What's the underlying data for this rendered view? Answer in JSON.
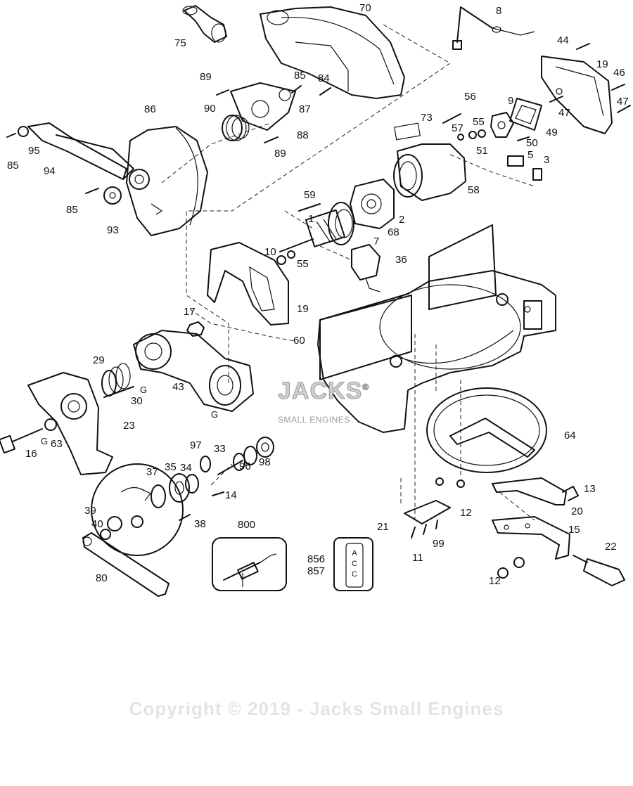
{
  "labels": {
    "p75": "75",
    "p70": "70",
    "p8": "8",
    "p44": "44",
    "p19a": "19",
    "p46": "46",
    "p89a": "89",
    "p85a": "85",
    "p84": "84",
    "p86": "86",
    "p90": "90",
    "p87": "87",
    "p88": "88",
    "p89b": "89",
    "p56": "56",
    "p9": "9",
    "p47a": "47",
    "p47b": "47",
    "p85b": "85",
    "p95": "95",
    "p94": "94",
    "p73": "73",
    "p57": "57",
    "p55a": "55",
    "p51": "51",
    "p50": "50",
    "p49": "49",
    "p5": "5",
    "p3": "3",
    "p59": "59",
    "p2": "2",
    "p58": "58",
    "p85c": "85",
    "p93": "93",
    "p1": "1",
    "p68": "68",
    "p7": "7",
    "p10": "10",
    "p55b": "55",
    "p36": "36",
    "p19b": "19",
    "p17": "17",
    "p60": "60",
    "p29": "29",
    "pG1": "G",
    "p30": "30",
    "p43": "43",
    "pG2": "G",
    "p23": "23",
    "p16": "16",
    "pG3": "G",
    "p63": "63",
    "p64": "64",
    "p97": "97",
    "p33": "33",
    "p96": "96",
    "p98": "98",
    "p37": "37",
    "p35": "35",
    "p34": "34",
    "p14": "14",
    "p13": "13",
    "p12a": "12",
    "p39": "39",
    "p38": "38",
    "p40": "40",
    "p800": "800",
    "p21": "21",
    "p99": "99",
    "p11": "11",
    "p20": "20",
    "p15": "15",
    "p22": "22",
    "p856": "856",
    "p857": "857",
    "p12b": "12",
    "p80": "80"
  },
  "card_text": "A C C",
  "watermark": {
    "brand": "JACKS",
    "registered": "®",
    "sub": "SMALL ENGINES"
  },
  "copyright": "Copyright © 2019 - Jacks Small Engines"
}
